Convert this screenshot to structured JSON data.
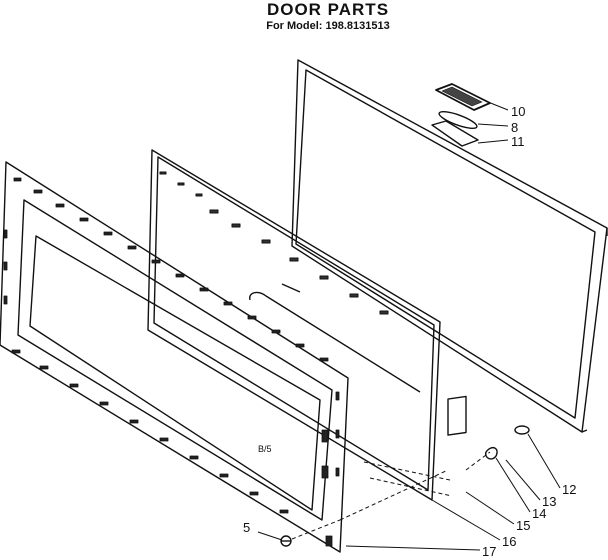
{
  "title": "DOOR PARTS",
  "subtitle": "For Model: 198.8131513",
  "callouts": [
    "10",
    "8",
    "11",
    "12",
    "13",
    "14",
    "15",
    "16",
    "17",
    "5"
  ],
  "inner_mark": "B/5"
}
